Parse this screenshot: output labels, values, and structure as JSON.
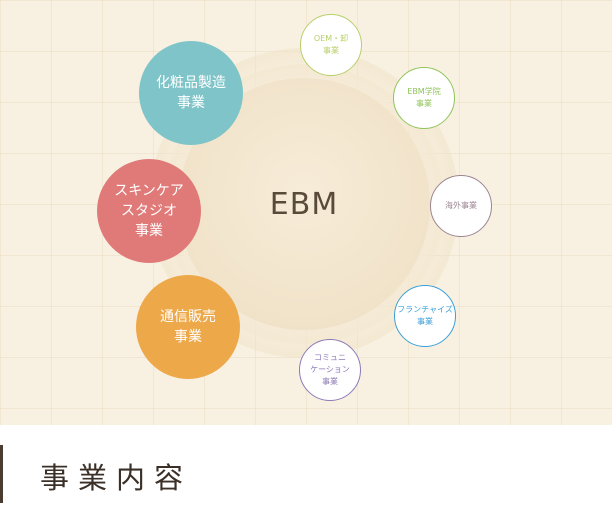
{
  "diagram": {
    "center_label": "EBM",
    "main_businesses": [
      {
        "label": "化粧品製造\n事業",
        "color": "#7fc4c8"
      },
      {
        "label": "スキンケア\nスタジオ\n事業",
        "color": "#e07a78"
      },
      {
        "label": "通信販売\n事業",
        "color": "#eda84a"
      }
    ],
    "sub_businesses": [
      {
        "label": "OEM・卸\n事業",
        "color": "#b8cf6a"
      },
      {
        "label": "EBM学院\n事業",
        "color": "#8fc45a"
      },
      {
        "label": "海外事業",
        "color": "#9b8590"
      },
      {
        "label": "フランチャイズ\n事業",
        "color": "#3a9fd8"
      },
      {
        "label": "コミュニ\nケーション\n事業",
        "color": "#8c7ab6"
      }
    ]
  },
  "section": {
    "heading": "事業内容"
  }
}
